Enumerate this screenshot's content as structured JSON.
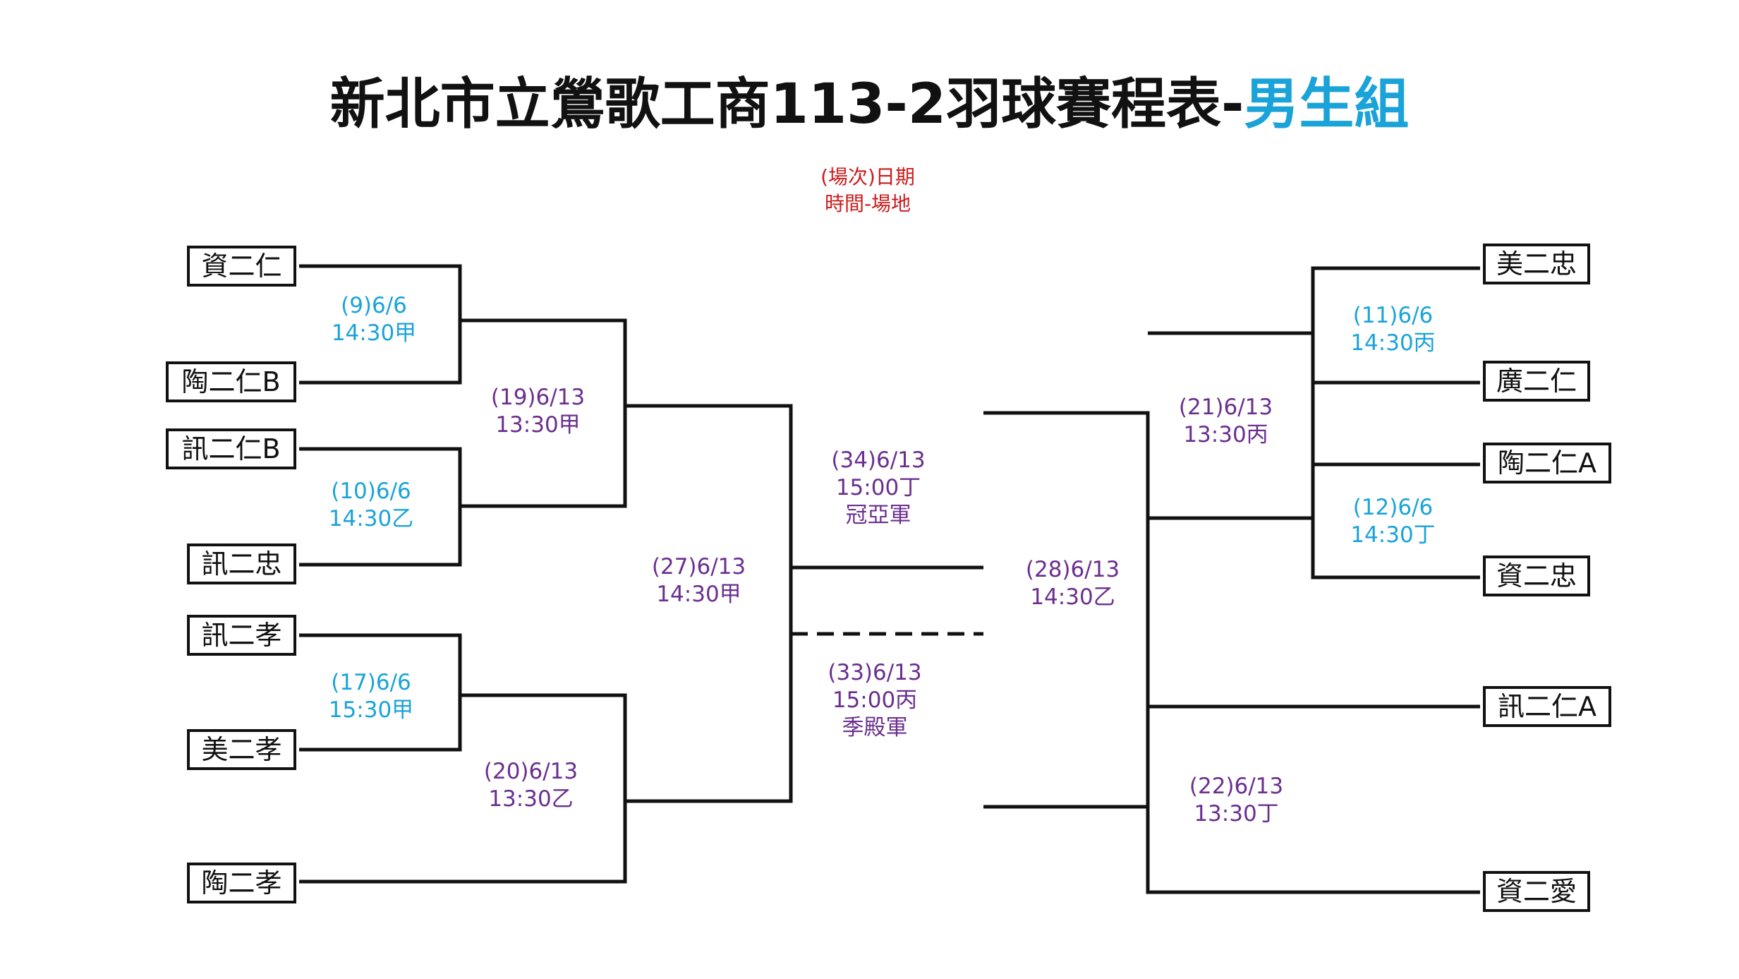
{
  "title": {
    "main": "新北市立鶯歌工商113-2羽球賽程表-",
    "highlight": "男生組"
  },
  "legend": {
    "line1": "(場次)日期",
    "line2": "時間-場地"
  },
  "colors": {
    "round1": "#1aa3d9",
    "later_rounds": "#6b2f8f",
    "legend": "#cc1b1b",
    "highlight": "#1aa3d9",
    "lines": "#111111"
  },
  "teams": {
    "left": [
      "資二仁",
      "陶二仁B",
      "訊二仁B",
      "訊二忠",
      "訊二孝",
      "美二孝",
      "陶二孝"
    ],
    "right": [
      "美二忠",
      "廣二仁",
      "陶二仁A",
      "資二忠",
      "訊二仁A",
      "資二愛"
    ]
  },
  "matches": {
    "m9": {
      "line1": "(9)6/6",
      "line2": "14:30甲"
    },
    "m10": {
      "line1": "(10)6/6",
      "line2": "14:30乙"
    },
    "m17": {
      "line1": "(17)6/6",
      "line2": "15:30甲"
    },
    "m19": {
      "line1": "(19)6/13",
      "line2": "13:30甲"
    },
    "m20": {
      "line1": "(20)6/13",
      "line2": "13:30乙"
    },
    "m27": {
      "line1": "(27)6/13",
      "line2": "14:30甲"
    },
    "m11": {
      "line1": "(11)6/6",
      "line2": "14:30丙"
    },
    "m12": {
      "line1": "(12)6/6",
      "line2": "14:30丁"
    },
    "m21": {
      "line1": "(21)6/13",
      "line2": "13:30丙"
    },
    "m22": {
      "line1": "(22)6/13",
      "line2": "13:30丁"
    },
    "m28": {
      "line1": "(28)6/13",
      "line2": "14:30乙"
    },
    "m34": {
      "line1": "(34)6/13",
      "line2": "15:00丁",
      "line3": "冠亞軍"
    },
    "m33": {
      "line1": "(33)6/13",
      "line2": "15:00丙",
      "line3": "季殿軍"
    }
  }
}
